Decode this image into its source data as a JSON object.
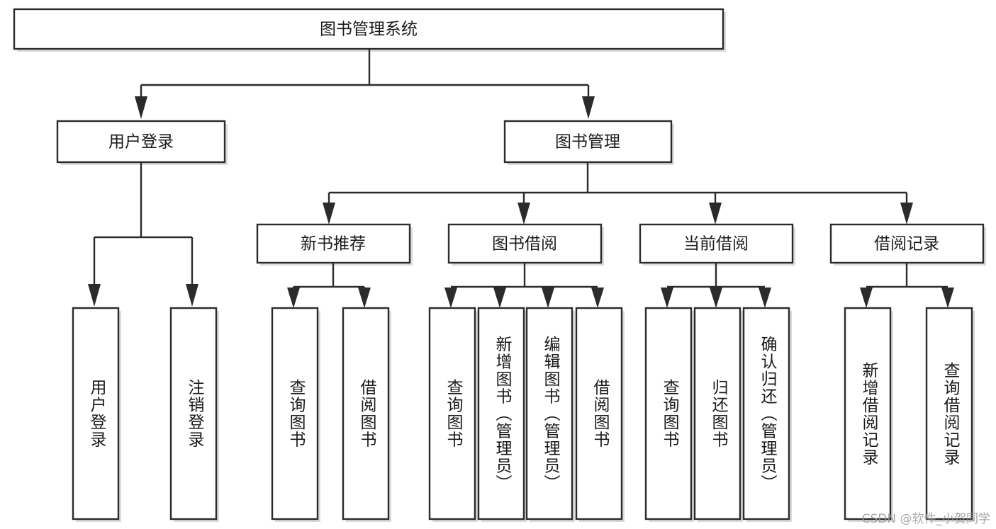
{
  "diagram": {
    "type": "tree",
    "title": "图书管理系统",
    "watermark": "CSDN @软件_小贺同学",
    "colors": {
      "box_stroke": "#2b2b2b",
      "box_fill": "#ffffff",
      "text": "#1a1a1a",
      "watermark": "#9a9a9a",
      "background": "#ffffff"
    },
    "root": {
      "label": "图书管理系统",
      "orientation": "horizontal"
    },
    "level2": [
      {
        "label": "用户登录",
        "orientation": "horizontal"
      },
      {
        "label": "图书管理",
        "orientation": "horizontal"
      }
    ],
    "level3": [
      {
        "label": "新书推荐",
        "orientation": "horizontal"
      },
      {
        "label": "图书借阅",
        "orientation": "horizontal"
      },
      {
        "label": "当前借阅",
        "orientation": "horizontal"
      },
      {
        "label": "借阅记录",
        "orientation": "horizontal"
      }
    ],
    "leaves": {
      "user_login": [
        {
          "label": "用户登录",
          "orientation": "vertical"
        },
        {
          "label": "注销登录",
          "orientation": "vertical"
        }
      ],
      "new_book_recommend": [
        {
          "label": "查询图书",
          "orientation": "vertical"
        },
        {
          "label": "借阅图书",
          "orientation": "vertical"
        }
      ],
      "book_borrow": [
        {
          "label": "查询图书",
          "orientation": "vertical"
        },
        {
          "label": "新增图书（管理员）",
          "orientation": "vertical"
        },
        {
          "label": "编辑图书（管理员）",
          "orientation": "vertical"
        },
        {
          "label": "借阅图书",
          "orientation": "vertical"
        }
      ],
      "current_borrow": [
        {
          "label": "查询图书",
          "orientation": "vertical"
        },
        {
          "label": "归还图书",
          "orientation": "vertical"
        },
        {
          "label": "确认归还（管理员）",
          "orientation": "vertical"
        }
      ],
      "borrow_record": [
        {
          "label": "新增借阅记录",
          "orientation": "vertical"
        },
        {
          "label": "查询借阅记录",
          "orientation": "vertical"
        }
      ]
    }
  }
}
